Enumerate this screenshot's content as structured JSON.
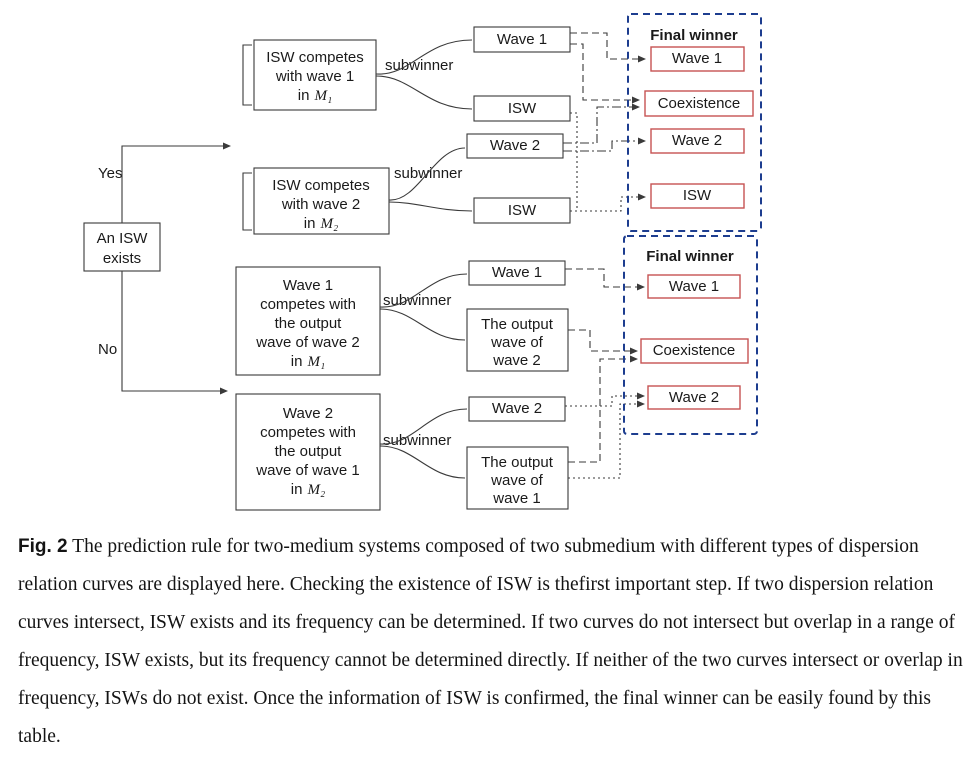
{
  "figure": {
    "root": {
      "lines": [
        "An ISW",
        "exists"
      ]
    },
    "branch": {
      "yes": "Yes",
      "no": "No"
    },
    "subwinner": "subwinner",
    "top": {
      "compete1": {
        "lines": [
          "ISW competes",
          "with wave 1"
        ],
        "in": "in",
        "medium": "M₁"
      },
      "compete2": {
        "lines": [
          "ISW competes",
          "with wave 2"
        ],
        "in": "in",
        "medium": "M₂"
      },
      "outcomes": [
        "Wave 1",
        "ISW",
        "Wave 2",
        "ISW"
      ],
      "final": {
        "title": "Final winner",
        "options": [
          "Wave 1",
          "Coexistence",
          "Wave 2",
          "ISW"
        ]
      }
    },
    "bottom": {
      "compete1": {
        "lines": [
          "Wave 1",
          "competes with",
          "the output",
          "wave of wave 2"
        ],
        "in": "in",
        "medium": "M₁"
      },
      "compete2": {
        "lines": [
          "Wave 2",
          "competes with",
          "the output",
          "wave of wave 1"
        ],
        "in": "in",
        "medium": "M₂"
      },
      "outcome1": "Wave 1",
      "outcome2": {
        "lines": [
          "The output",
          "wave of",
          "wave 2"
        ]
      },
      "outcome3": "Wave 2",
      "outcome4": {
        "lines": [
          "The output",
          "wave of",
          "wave 1"
        ]
      },
      "final": {
        "title": "Final winner",
        "options": [
          "Wave 1",
          "Coexistence",
          "Wave 2"
        ]
      }
    }
  },
  "caption": {
    "label": "Fig. 2",
    "text": "The prediction rule for two-medium systems composed of two submedium with different types of dispersion relation curves are displayed here. Checking the existence of ISW is thefirst important step. If two dispersion relation curves intersect, ISW exists and its frequency can be determined. If two curves do not intersect but overlap in a range of frequency, ISW exists, but its frequency cannot be determined directly. If neither of the two curves intersect or overlap in frequency, ISWs do not exist. Once the information of ISW is confirmed, the final winner can be easily found by this table."
  }
}
